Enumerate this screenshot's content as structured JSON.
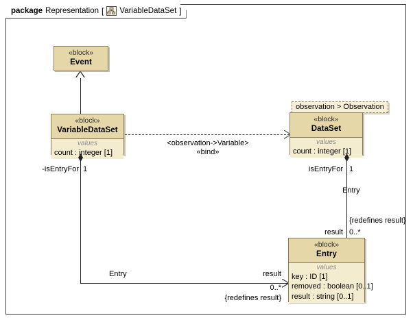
{
  "frame": {
    "keyword": "package",
    "name": "Representation",
    "open_bracket": "[",
    "icon": "bdd-diagram-icon",
    "diagram_name": "VariableDataSet",
    "close_bracket": "]"
  },
  "colors": {
    "block_fill": "#f5edd2",
    "block_header_fill": "#e6d7a8",
    "block_border": "#8b7b52",
    "line": "#222222",
    "compartment_title": "#8c8c8c",
    "canvas": "#ffffff"
  },
  "blocks": [
    {
      "id": "event",
      "stereotype": "«block»",
      "name": "Event",
      "compartments": []
    },
    {
      "id": "variable-data-set",
      "stereotype": "«block»",
      "name": "VariableDataSet",
      "compartments": [
        {
          "title": "values",
          "properties": [
            "count : integer [1]"
          ]
        }
      ]
    },
    {
      "id": "data-set",
      "stereotype": "«block»",
      "name": "DataSet",
      "compartments": [
        {
          "title": "values",
          "properties": [
            "count : integer [1]"
          ]
        }
      ]
    },
    {
      "id": "entry",
      "stereotype": "«block»",
      "name": "Entry",
      "compartments": [
        {
          "title": "values",
          "properties": [
            "key : ID [1]",
            "removed : boolean [0..1]",
            "result : string [0..1]"
          ]
        }
      ]
    }
  ],
  "notes": [
    {
      "id": "observation-tag",
      "text": "observation > Observation"
    }
  ],
  "edges": {
    "bind": {
      "binding": "<observation->Variable>",
      "stereotype": "«bind»"
    },
    "left_composition": {
      "end_role": "-isEntryFor",
      "end_multiplicity": "1",
      "far_role": "Entry",
      "far_property": "result",
      "far_multiplicity": "0..*",
      "far_constraint": "{redefines result}"
    },
    "right_composition": {
      "end_role": "isEntryFor",
      "end_multiplicity": "1",
      "far_role": "Entry",
      "far_property": "result",
      "far_multiplicity": "0..*",
      "far_constraint": "{redefines result}"
    }
  }
}
